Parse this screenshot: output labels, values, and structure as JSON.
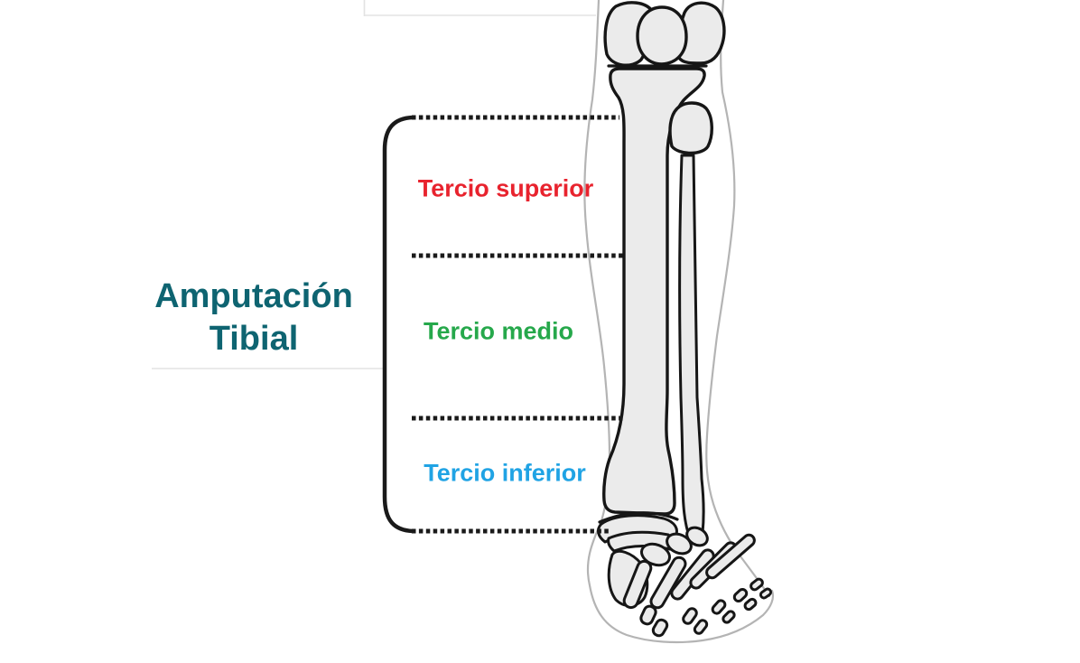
{
  "title": {
    "line1": "Amputación",
    "line2": "Tibial"
  },
  "sections": [
    {
      "id": "superior",
      "label": "Tercio superior"
    },
    {
      "id": "medio",
      "label": "Tercio medio"
    },
    {
      "id": "inferior",
      "label": "Tercio inferior"
    }
  ],
  "figure": {
    "name": "tibia-fibula-foot-skeleton",
    "kind": "anterior view of lower leg skeleton with knee, tibia, fibula and foot bones",
    "levels_marked": 4
  },
  "colors": {
    "background": "#ffffff",
    "title": "#0e6471",
    "superior": "#e8232e",
    "medio": "#26a84b",
    "inferior": "#20a3e4",
    "ink": "#1a1a1a",
    "bone_fill": "#ebebeb",
    "bone_stroke": "#161616",
    "skin_line": "#b4b4b4"
  }
}
